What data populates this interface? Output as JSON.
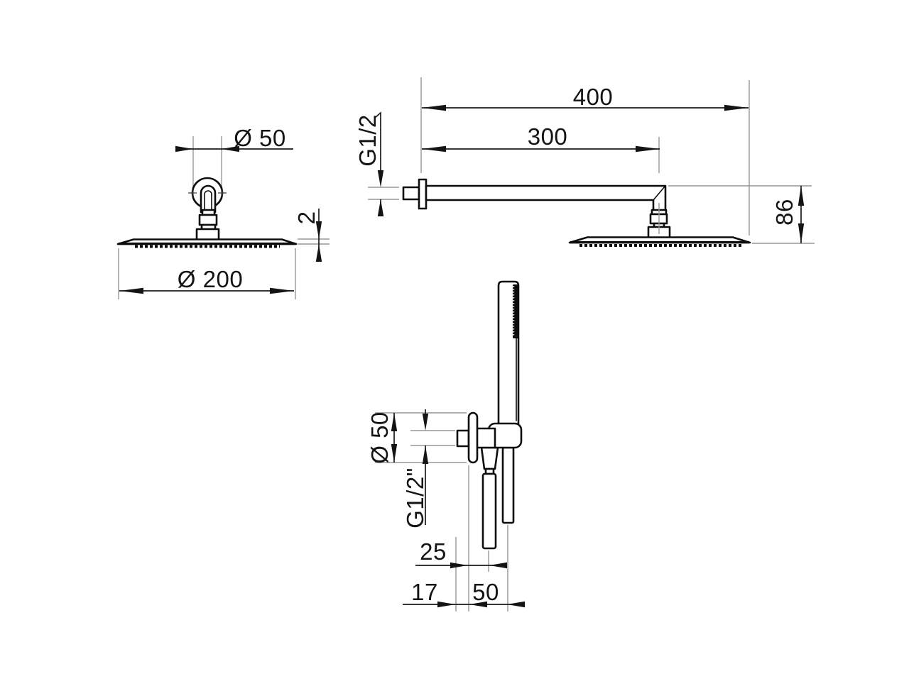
{
  "drawing": {
    "title": "shower-set-dimension-drawing",
    "background_color": "#ffffff",
    "line_color": "#0d0d0d",
    "extension_line_color": "#979797",
    "views": {
      "overhead_shower_front": {
        "labels": {
          "connector_diameter": "Ø 50",
          "plate_thickness": "2",
          "head_diameter": "Ø 200"
        }
      },
      "shower_arm_side": {
        "labels": {
          "overall_length": "400",
          "arm_length": "300",
          "thread_size": "G1/2",
          "head_drop": "86"
        }
      },
      "hand_shower_holder": {
        "labels": {
          "plate_diameter": "Ø 50",
          "thread_size": "G1/2\"",
          "hose_offset": "25",
          "thread_length": "17",
          "handle_offset": "50"
        }
      }
    }
  }
}
